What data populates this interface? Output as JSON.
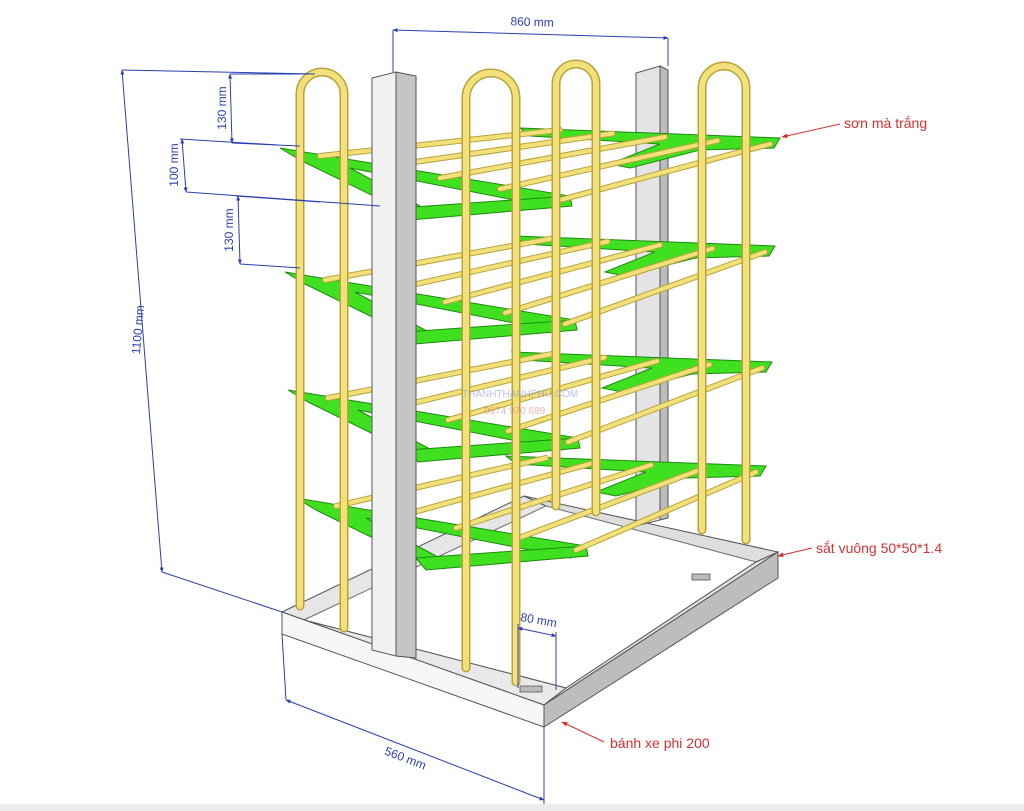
{
  "dimensions": {
    "width": "860 mm",
    "height": "1100 mm",
    "depth": "560 mm",
    "top_gap": "130 mm",
    "shelf_thickness": "100 mm",
    "shelf_gap": "130 mm",
    "base_offset": "80 mm"
  },
  "callouts": {
    "paint": "sơn mà trắng",
    "frame": "sắt vuông 50*50*1.4",
    "wheel": "bánh xe phi 200"
  },
  "watermark": {
    "line1": "THANHTHANHPHU.COM",
    "line2": "0974 970 689"
  },
  "colors": {
    "shelf": "#3fe01f",
    "shelf_edge": "#1e8a12",
    "rod": "#f2e07a",
    "rod_edge": "#b8a33a",
    "post": "#eeeeee",
    "post_edge": "#555555",
    "dimension": "#2c3fb0",
    "callout": "#d43030"
  }
}
